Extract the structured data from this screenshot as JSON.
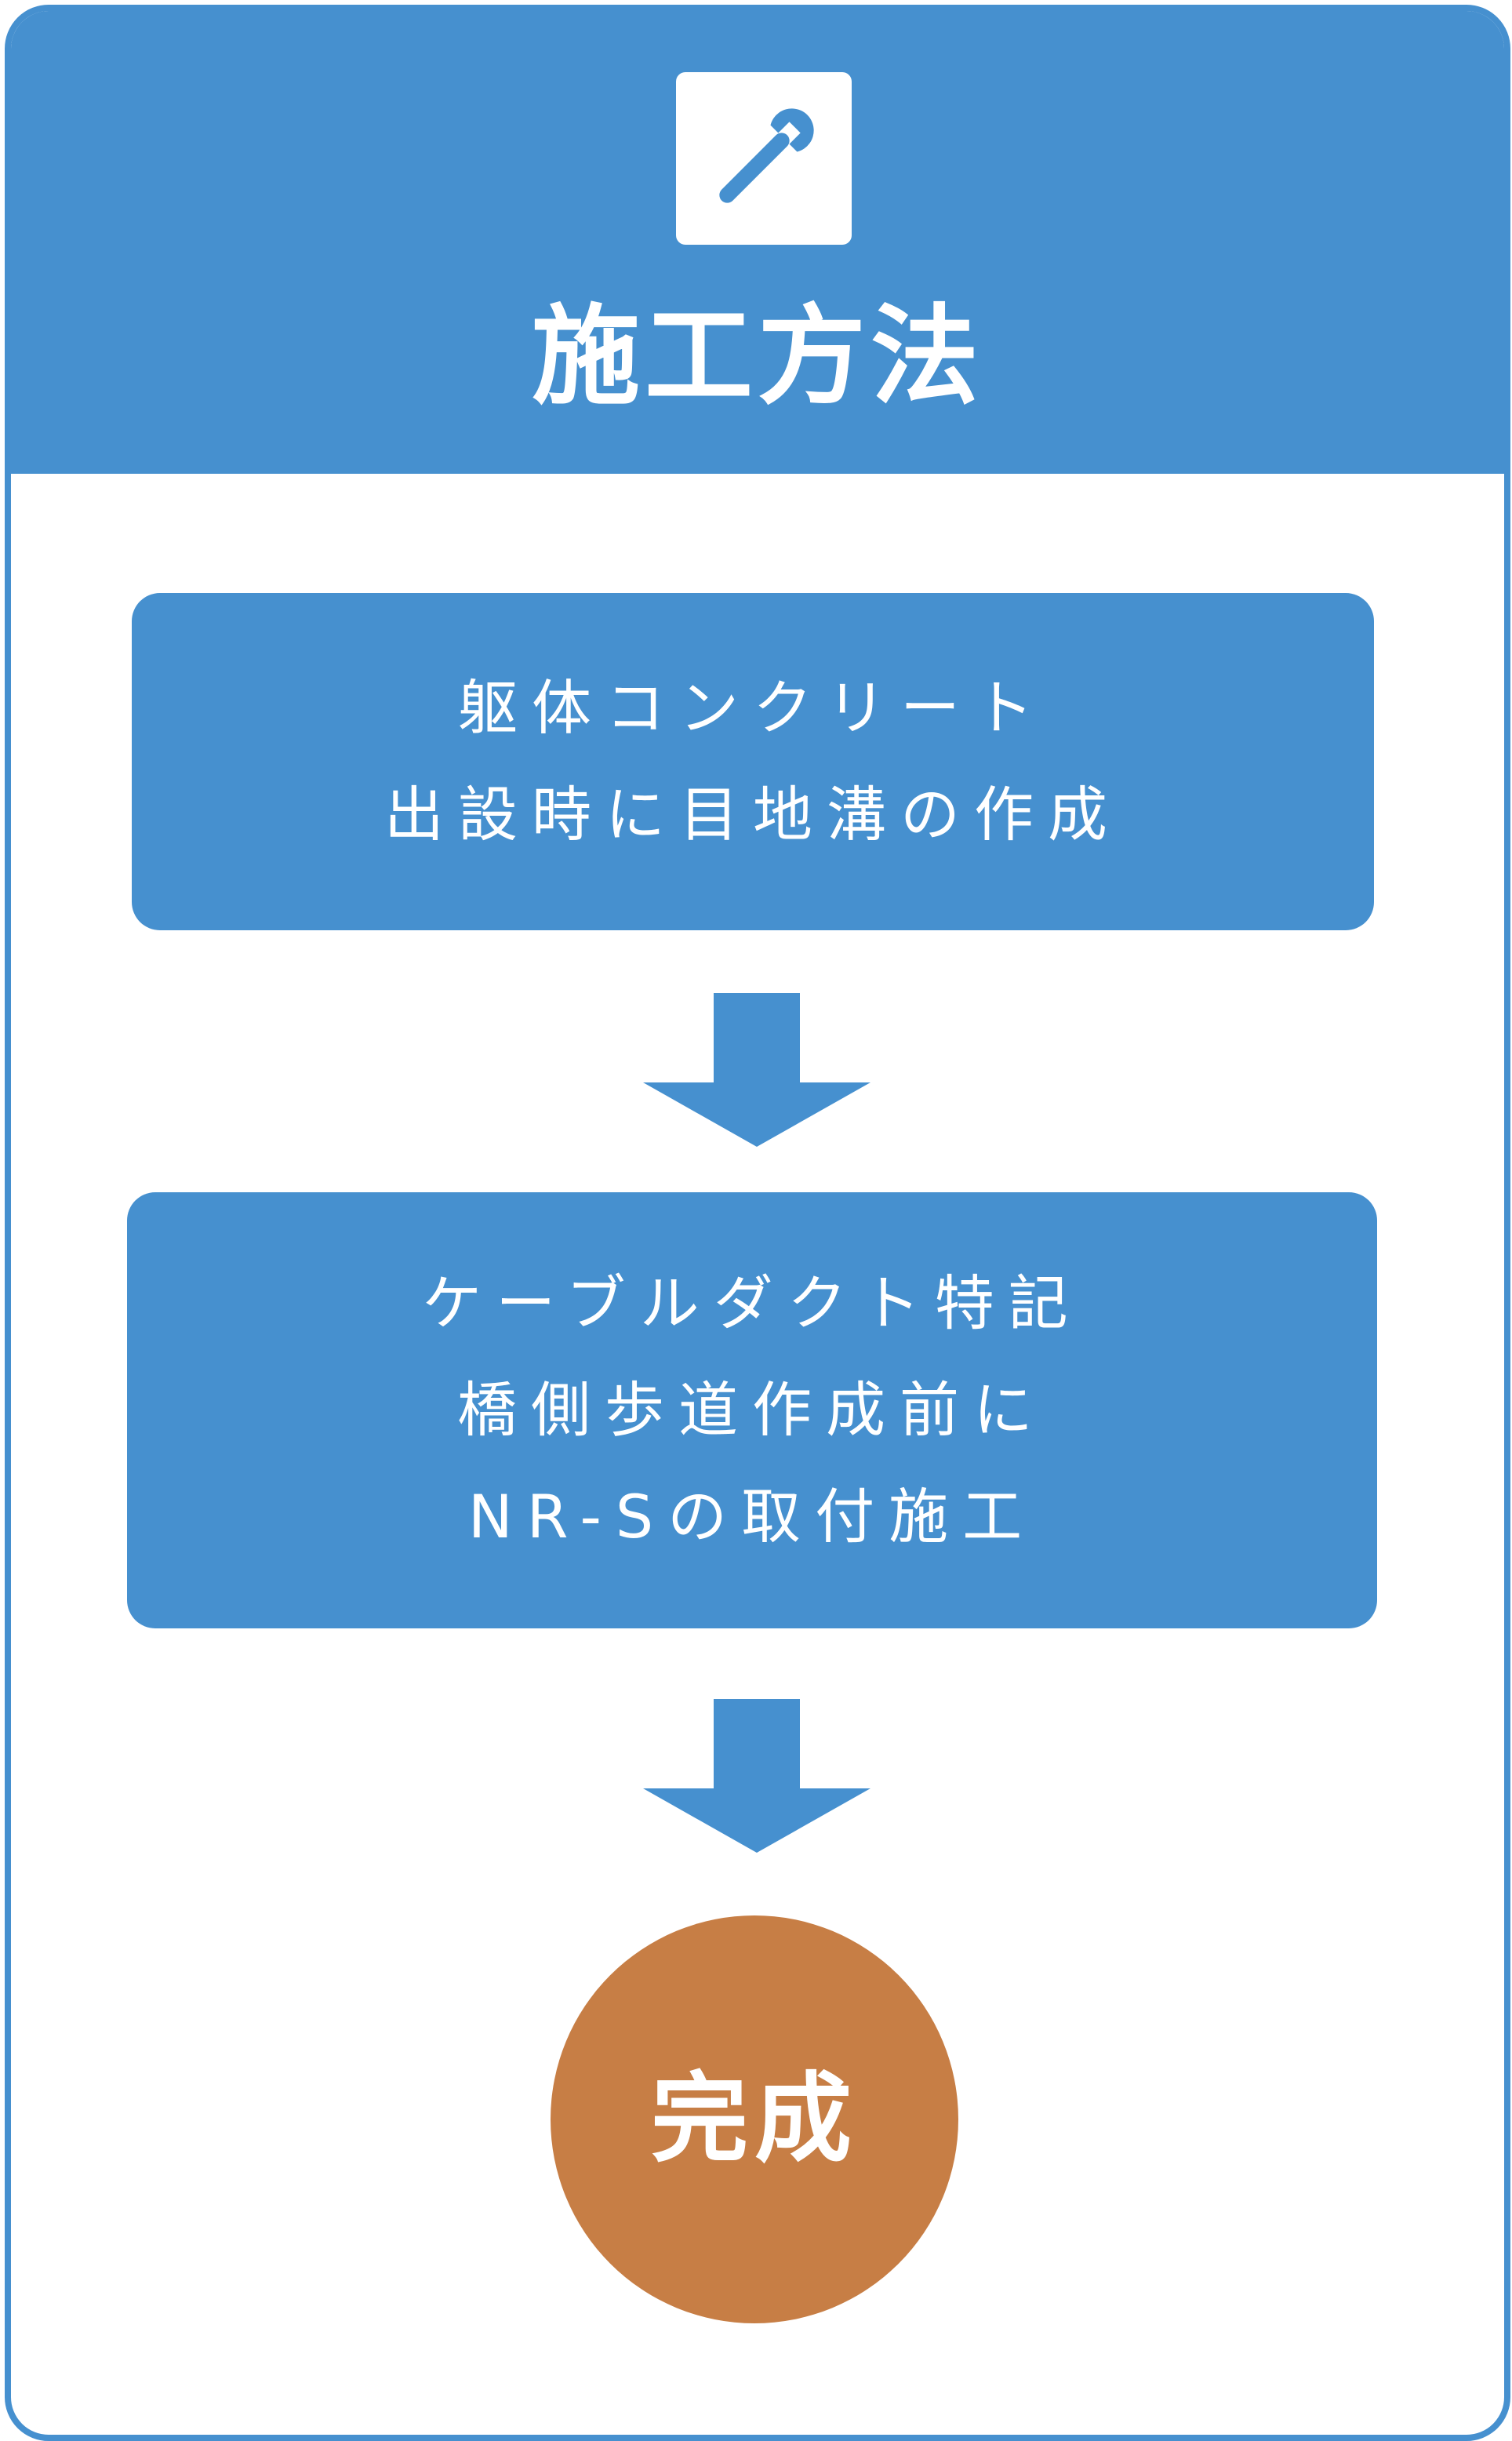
{
  "colors": {
    "primary": "#4690cf",
    "complete": "#c77e45",
    "text_on_color": "#ffffff",
    "background": "#ffffff"
  },
  "header": {
    "icon": "wrench-icon",
    "title": "施工方法"
  },
  "steps": [
    {
      "lines": [
        "躯体コンクリート",
        "出設時に目地溝の作成"
      ]
    },
    {
      "lines": [
        "ケーブルダクト特記",
        "橋側歩道作成前に",
        "NR-Sの取付施工"
      ]
    }
  ],
  "flow_arrow_icon": "down-arrow-icon",
  "complete": {
    "label": "完成"
  }
}
